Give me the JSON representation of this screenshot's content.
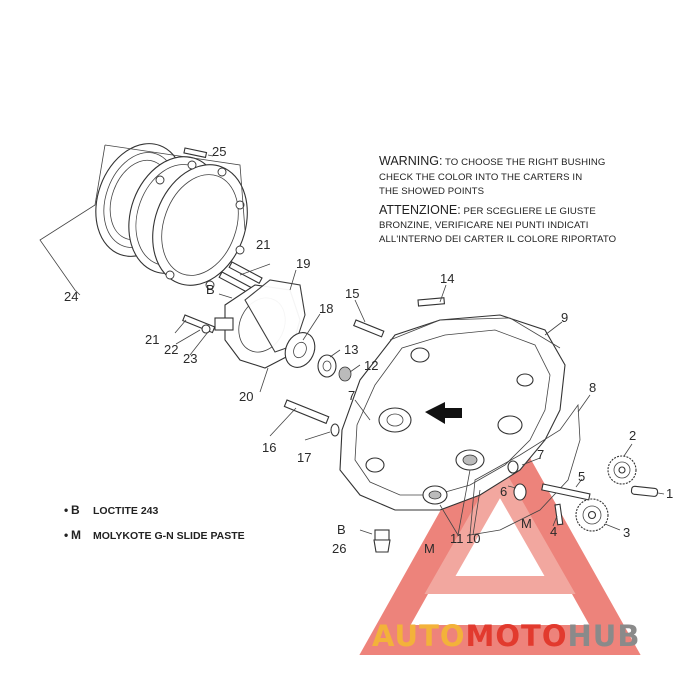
{
  "warning": {
    "line1_bold": "WARNING:",
    "line1_rest": " TO CHOOSE THE RIGHT BUSHING",
    "line2": "CHECK THE COLOR INTO THE CARTERS IN",
    "line3": "THE SHOWED POINTS",
    "line4_bold": "ATTENZIONE:",
    "line4_rest": " PER SCEGLIERE LE GIUSTE",
    "line5": "BRONZINE, VERIFICARE NEI PUNTI INDICATI",
    "line6": "ALL'INTERNO DEI CARTER IL COLORE RIPORTATO"
  },
  "legend": [
    {
      "key": "B",
      "text": "LOCTITE 243"
    },
    {
      "key": "M",
      "text": "MOLYKOTE G-N SLIDE PASTE"
    }
  ],
  "markers": {
    "b": "B",
    "m": "M"
  },
  "part_labels": {
    "p1": "1",
    "p2": "2",
    "p3": "3",
    "p4": "4",
    "p5": "5",
    "p6": "6",
    "p7a": "7",
    "p7b": "7",
    "p8": "8",
    "p9": "9",
    "p10": "10",
    "p11": "11",
    "p12": "12",
    "p13": "13",
    "p14": "14",
    "p15": "15",
    "p16": "16",
    "p17": "17",
    "p18": "18",
    "p19": "19",
    "p20": "20",
    "p21a": "21",
    "p21b": "21",
    "p22": "22",
    "p23": "23",
    "p24": "24",
    "p25": "25",
    "p26": "26"
  },
  "watermark": {
    "auto": "AUTO",
    "moto": "MOTO",
    "hub": "HUB"
  },
  "colors": {
    "watermark_red": "#e23a2e",
    "watermark_orange": "#f3b23a",
    "watermark_gray": "#8a8a8a",
    "line": "#333333"
  }
}
